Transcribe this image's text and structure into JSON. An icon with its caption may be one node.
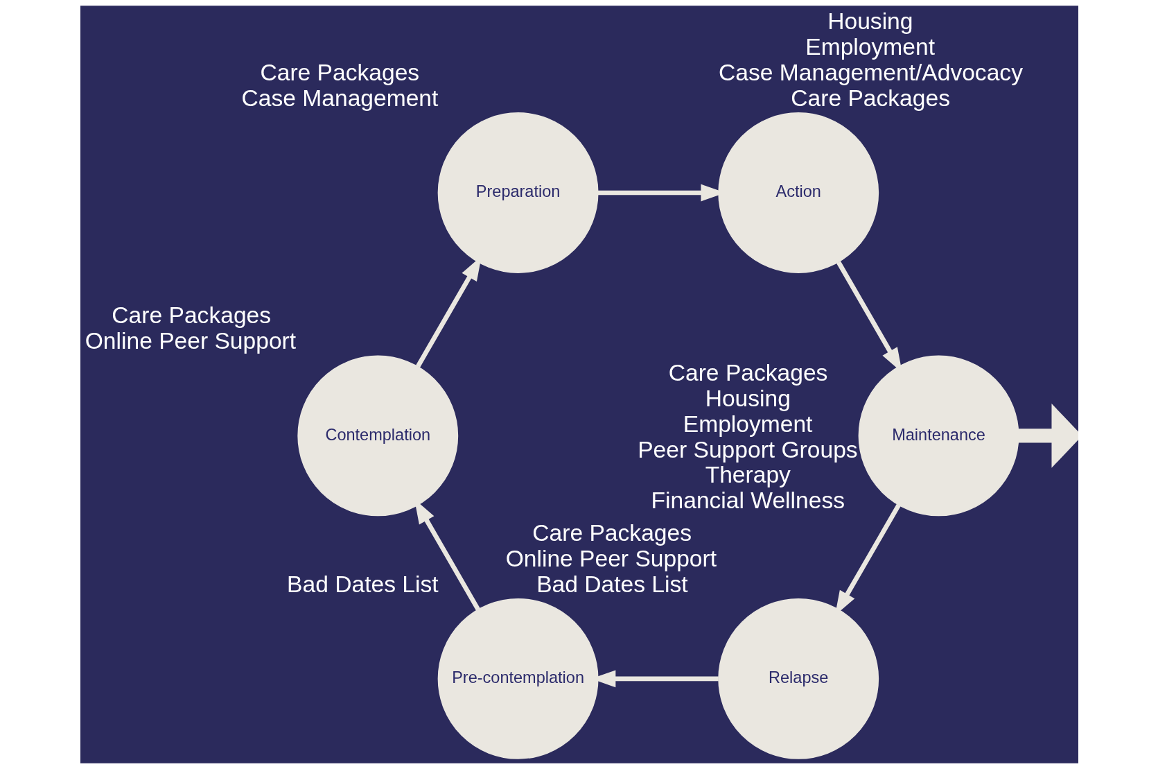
{
  "diagram": {
    "nodes": [
      {
        "text": [
          "Pre-contemplation"
        ],
        "beside": [
          "Bad Dates List"
        ]
      },
      {
        "text": [
          "Contemplation"
        ],
        "beside": [
          "Care Packages",
          "Online Peer Support"
        ]
      },
      {
        "text": [
          "Preparation"
        ],
        "beside": [
          "Care Packages",
          "Case Management"
        ]
      },
      {
        "text": [
          "Action"
        ],
        "beside": [
          "Housing",
          "Employment",
          "Case Management/Advocacy",
          "Care Packages"
        ]
      },
      {
        "text": [
          "Maintenance"
        ],
        "beside": [
          "Care Packages",
          "Housing",
          "Employment",
          "Peer Support Groups",
          "Therapy",
          "Financial Wellness"
        ]
      },
      {
        "text": [
          "Relapse"
        ],
        "beside": [
          "Care Packages",
          "Online Peer Support",
          "Bad Dates List"
        ]
      }
    ],
    "edges": [
      {
        "from": 0,
        "to": 1,
        "arrow": "to"
      },
      {
        "from": 1,
        "to": 2,
        "arrow": "to"
      },
      {
        "from": 2,
        "to": 3,
        "arrow": "to"
      },
      {
        "from": 3,
        "to": 4,
        "arrow": "to"
      },
      {
        "from": 4,
        "to": 5,
        "arrow": "to"
      },
      {
        "from": 5,
        "to": 0,
        "arrow": "to"
      },
      {
        "from": 4,
        "to": null,
        "arrow": "to",
        "style": "thick"
      }
    ]
  }
}
